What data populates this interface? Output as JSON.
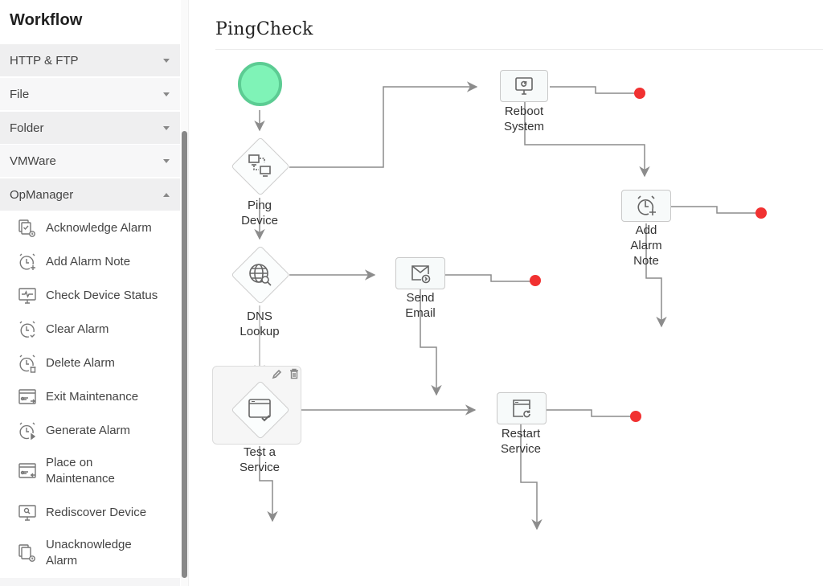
{
  "sidebar": {
    "title": "Workflow",
    "categories": [
      {
        "label": "HTTP & FTP",
        "state": "collapsed"
      },
      {
        "label": "File",
        "state": "collapsed"
      },
      {
        "label": "Folder",
        "state": "collapsed"
      },
      {
        "label": "VMWare",
        "state": "collapsed"
      },
      {
        "label": "OpManager",
        "state": "expanded"
      }
    ],
    "items": [
      {
        "label": "Acknowledge Alarm",
        "icon": "acknowledge-alarm-icon"
      },
      {
        "label": "Add Alarm Note",
        "icon": "add-alarm-note-icon"
      },
      {
        "label": "Check Device Status",
        "icon": "check-device-status-icon"
      },
      {
        "label": "Clear Alarm",
        "icon": "clear-alarm-icon"
      },
      {
        "label": "Delete Alarm",
        "icon": "delete-alarm-icon"
      },
      {
        "label": "Exit Maintenance",
        "icon": "exit-maintenance-icon"
      },
      {
        "label": "Generate Alarm",
        "icon": "generate-alarm-icon"
      },
      {
        "label": "Place on Maintenance",
        "icon": "place-on-maintenance-icon"
      },
      {
        "label": "Rediscover Device",
        "icon": "rediscover-device-icon"
      },
      {
        "label": "Unacknowledge Alarm",
        "icon": "unacknowledge-alarm-icon"
      }
    ]
  },
  "workflow": {
    "title": "PingCheck",
    "colors": {
      "start_fill": "#7ff3b7",
      "start_border": "#5ccc93",
      "end": "#f13131",
      "connector": "#8c8c8c"
    },
    "nodes": [
      {
        "id": "start",
        "type": "start"
      },
      {
        "id": "ping",
        "type": "decision",
        "label": "Ping Device",
        "icon": "ping-device-icon"
      },
      {
        "id": "dns",
        "type": "decision",
        "label": "DNS Lookup",
        "icon": "dns-lookup-icon"
      },
      {
        "id": "test",
        "type": "decision",
        "label": "Test a Service",
        "icon": "test-service-icon",
        "selected": true
      },
      {
        "id": "reboot",
        "type": "action",
        "label": "Reboot System",
        "icon": "reboot-system-icon"
      },
      {
        "id": "note",
        "type": "action",
        "label": "Add Alarm Note",
        "icon": "add-alarm-note-icon"
      },
      {
        "id": "email",
        "type": "action",
        "label": "Send Email",
        "icon": "send-email-icon"
      },
      {
        "id": "restart",
        "type": "action",
        "label": "Restart Service",
        "icon": "restart-service-icon"
      }
    ],
    "selected_tools": {
      "edit": "edit-icon",
      "delete": "trash-icon"
    }
  }
}
